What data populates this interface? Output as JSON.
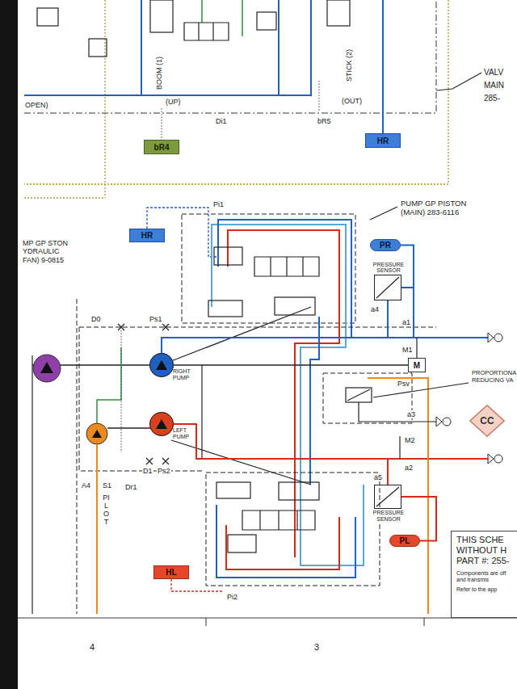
{
  "diagram": {
    "nodes": [
      {
        "text": [
          "bR4"
        ]
      },
      {
        "text": [
          "HR"
        ]
      },
      {
        "text": [
          "HR"
        ]
      },
      {
        "text": [
          "PR"
        ]
      },
      {
        "text": [
          "PRESSURE SENSOR"
        ]
      },
      {
        "text": [
          "RIGHT PUMP"
        ]
      },
      {
        "text": [
          "M"
        ]
      },
      {
        "text": [
          "CC"
        ]
      },
      {
        "text": [
          "LEFT PUMP"
        ]
      },
      {
        "text": [
          "PRESSURE SENSOR"
        ]
      },
      {
        "text": [
          "PL"
        ]
      },
      {
        "text": [
          "HL"
        ]
      },
      {
        "text": [
          "THIS SCHE WITHOUT H PART #: 255-",
          "Components are off and transmis",
          "Refer to the app"
        ]
      }
    ],
    "edges": [
      {
        "from": 3,
        "to": 4,
        "arrow": "none"
      },
      {
        "from": 5,
        "to": 4,
        "arrow": "none"
      },
      {
        "from": 5,
        "to": 6,
        "arrow": "none"
      },
      {
        "from": 8,
        "to": 9,
        "arrow": "none"
      },
      {
        "from": 10,
        "to": 9,
        "arrow": "none"
      }
    ],
    "labels": [
      "OPEN)",
      "BOOM (1)",
      "(UP)",
      "STICK (2)",
      "(OUT)",
      "Di1",
      "bR5",
      "VALV",
      "MAIN",
      "285-",
      "Pi1",
      "PUMP GP PISTON (MAIN) 283-6116",
      "MP GP STON YDRAULIC FAN) 9-0815",
      "D0",
      "Ps1",
      "a4",
      "a1",
      "M1",
      "Psv",
      "PROPORTIONA REDUCING VA",
      "a3",
      "M2",
      "a2",
      "a5",
      "A4",
      "S1",
      "D1",
      "Ps2",
      "Dr1",
      "PILOT",
      "Pi2",
      "4",
      "3"
    ]
  }
}
